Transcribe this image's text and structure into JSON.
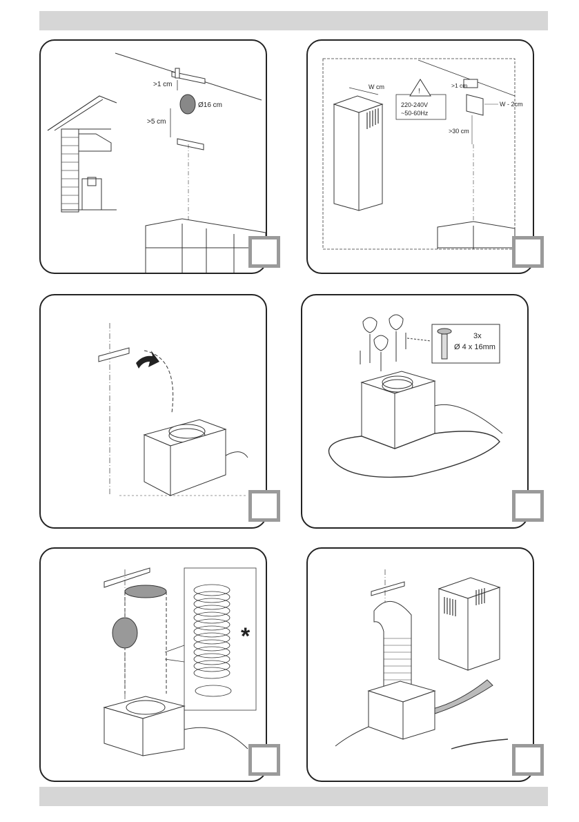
{
  "panels": [
    {
      "id": "p1",
      "labels": {
        "gap_top": ">1 cm",
        "duct_diameter": "Ø16 cm",
        "gap_side": ">5 cm"
      }
    },
    {
      "id": "p2",
      "labels": {
        "width": "W cm",
        "voltage": "220-240V",
        "frequency": "~50-60Hz",
        "gap_top": ">1 cm",
        "gap_side": "W - 2cm",
        "gap_bottom": ">30 cm"
      }
    },
    {
      "id": "p3",
      "labels": {}
    },
    {
      "id": "p4",
      "labels": {
        "screw_count": "3x",
        "screw_size": "Ø 4 x 16mm"
      }
    },
    {
      "id": "p5",
      "labels": {
        "asterisk": "*"
      }
    },
    {
      "id": "p6",
      "labels": {}
    }
  ]
}
